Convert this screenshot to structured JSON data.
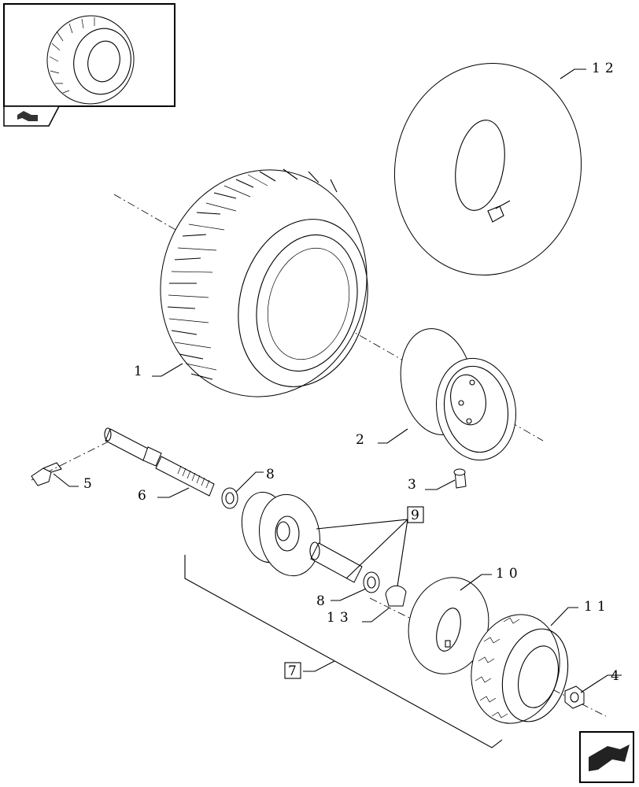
{
  "diagram": {
    "callouts": [
      {
        "id": "1",
        "text": "1"
      },
      {
        "id": "2",
        "text": "2"
      },
      {
        "id": "3",
        "text": "3"
      },
      {
        "id": "4",
        "text": "4"
      },
      {
        "id": "5",
        "text": "5"
      },
      {
        "id": "6",
        "text": "6"
      },
      {
        "id": "7",
        "text": "7"
      },
      {
        "id": "8a",
        "text": "8"
      },
      {
        "id": "8b",
        "text": "8"
      },
      {
        "id": "9",
        "text": "9"
      },
      {
        "id": "10",
        "text": "10"
      },
      {
        "id": "11",
        "text": "11"
      },
      {
        "id": "12",
        "text": "12"
      },
      {
        "id": "13",
        "text": "13"
      }
    ],
    "icons": {
      "thumbnail": "tire-thumbnail-icon",
      "previous": "back-arrow-icon",
      "next": "next-page-arrow-icon"
    }
  }
}
